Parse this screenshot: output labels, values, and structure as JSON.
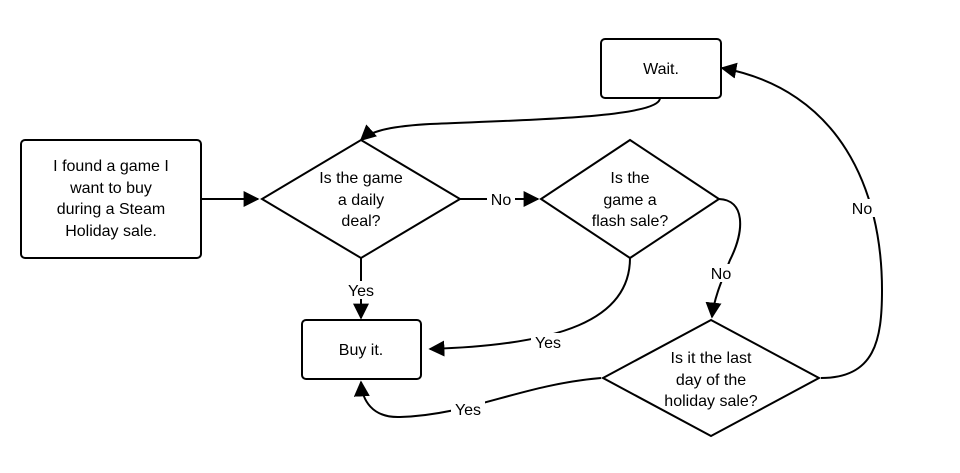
{
  "nodes": {
    "start": {
      "lines": [
        "I found a game I",
        "want to buy",
        "during a Steam",
        "Holiday sale."
      ]
    },
    "daily_deal": {
      "lines": [
        "Is the game",
        "a daily",
        "deal?"
      ]
    },
    "flash_sale": {
      "lines": [
        "Is the",
        "game a",
        "flash sale?"
      ]
    },
    "wait": {
      "lines": [
        "Wait."
      ]
    },
    "buy": {
      "lines": [
        "Buy it."
      ]
    },
    "last_day": {
      "lines": [
        "Is it the last",
        "day of the",
        "holiday sale?"
      ]
    }
  },
  "edges": {
    "daily_no": "No",
    "daily_yes": "Yes",
    "flash_yes": "Yes",
    "flash_no": "No",
    "last_yes": "Yes",
    "last_no": "No"
  },
  "colors": {
    "line": "#000000",
    "fill": "#ffffff"
  }
}
